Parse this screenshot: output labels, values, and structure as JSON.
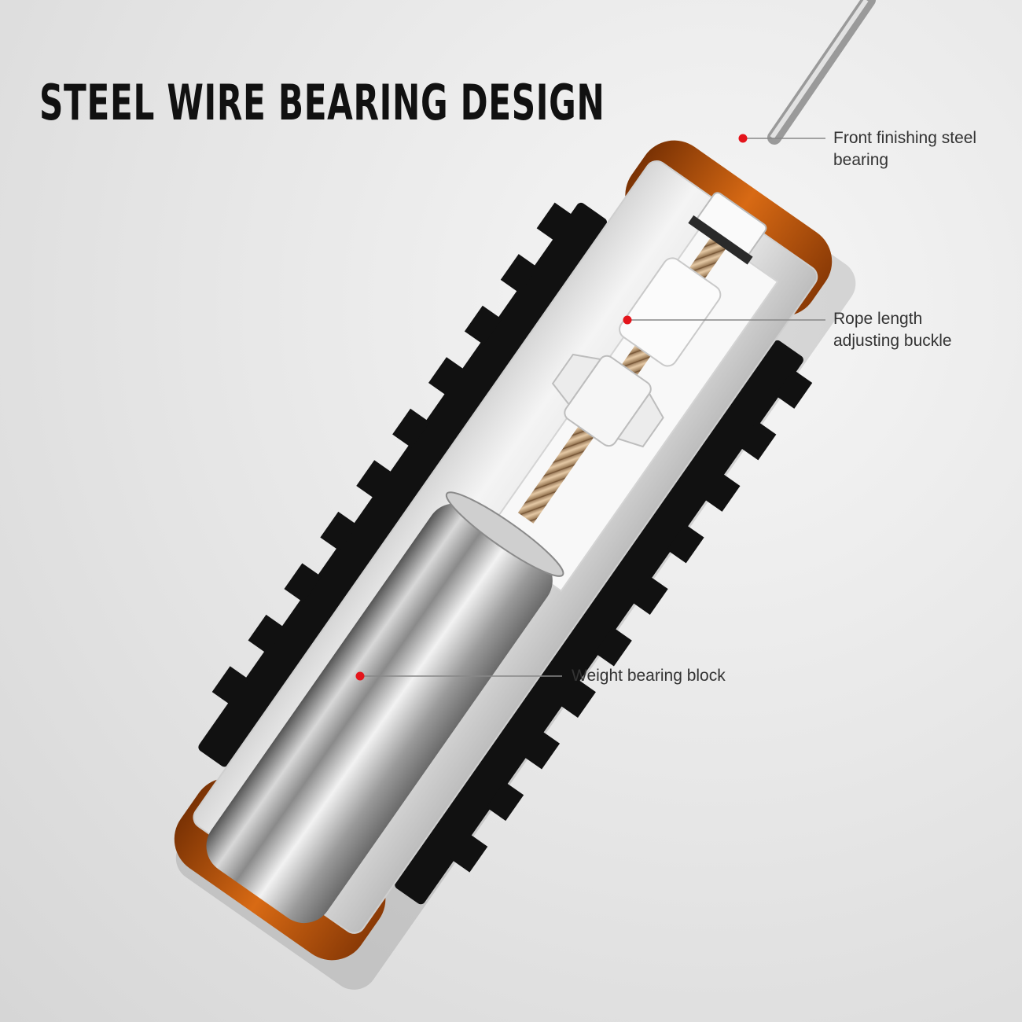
{
  "headline": "STEEL WIRE BEARING DESIGN",
  "callouts": [
    {
      "line1": "Front finishing steel",
      "line2": "bearing"
    },
    {
      "line1": "Rope length",
      "line2": "adjusting buckle"
    },
    {
      "line1": "Weight bearing block",
      "line2": ""
    }
  ],
  "colors": {
    "accent_dot": "#e4141b",
    "cap_orange": "#c8600f",
    "grip_black": "#111111",
    "headline": "#111111"
  }
}
